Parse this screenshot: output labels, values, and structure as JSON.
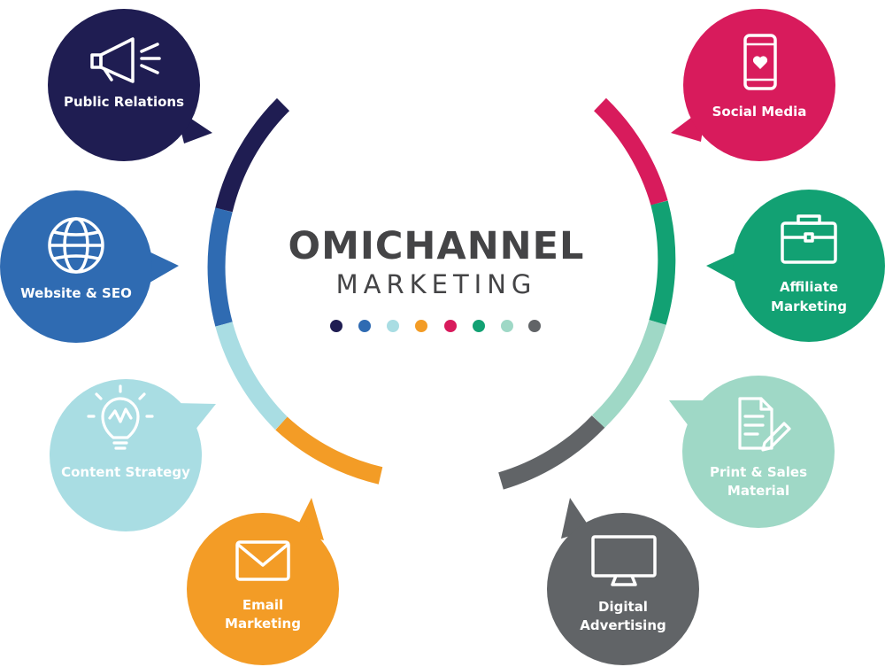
{
  "title": {
    "main": "OMICHANNEL",
    "sub": "MARKETING"
  },
  "colors": {
    "navy": "#1f1d52",
    "blue": "#2f6bb2",
    "light_blue": "#a9dde3",
    "orange": "#f39c26",
    "pink": "#d81b5c",
    "green": "#12a173",
    "mint": "#9fd8c6",
    "gray": "#616467"
  },
  "channels": [
    {
      "id": "public-relations",
      "lines": [
        "Public Relations"
      ],
      "icon": "megaphone-icon",
      "color": "#1f1d52"
    },
    {
      "id": "website-seo",
      "lines": [
        "Website & SEO"
      ],
      "icon": "globe-icon",
      "color": "#2f6bb2"
    },
    {
      "id": "content-strategy",
      "lines": [
        "Content Strategy"
      ],
      "icon": "lightbulb-icon",
      "color": "#a9dde3"
    },
    {
      "id": "email-marketing",
      "lines": [
        "Email",
        "Marketing"
      ],
      "icon": "envelope-icon",
      "color": "#f39c26"
    },
    {
      "id": "social-media",
      "lines": [
        "Social Media"
      ],
      "icon": "smartphone-heart-icon",
      "color": "#d81b5c"
    },
    {
      "id": "affiliate-marketing",
      "lines": [
        "Affiliate",
        "Marketing"
      ],
      "icon": "briefcase-icon",
      "color": "#12a173"
    },
    {
      "id": "print-sales-material",
      "lines": [
        "Print & Sales",
        "Material"
      ],
      "icon": "document-pen-icon",
      "color": "#9fd8c6"
    },
    {
      "id": "digital-advertising",
      "lines": [
        "Digital",
        "Advertising"
      ],
      "icon": "monitor-icon",
      "color": "#616467"
    }
  ]
}
